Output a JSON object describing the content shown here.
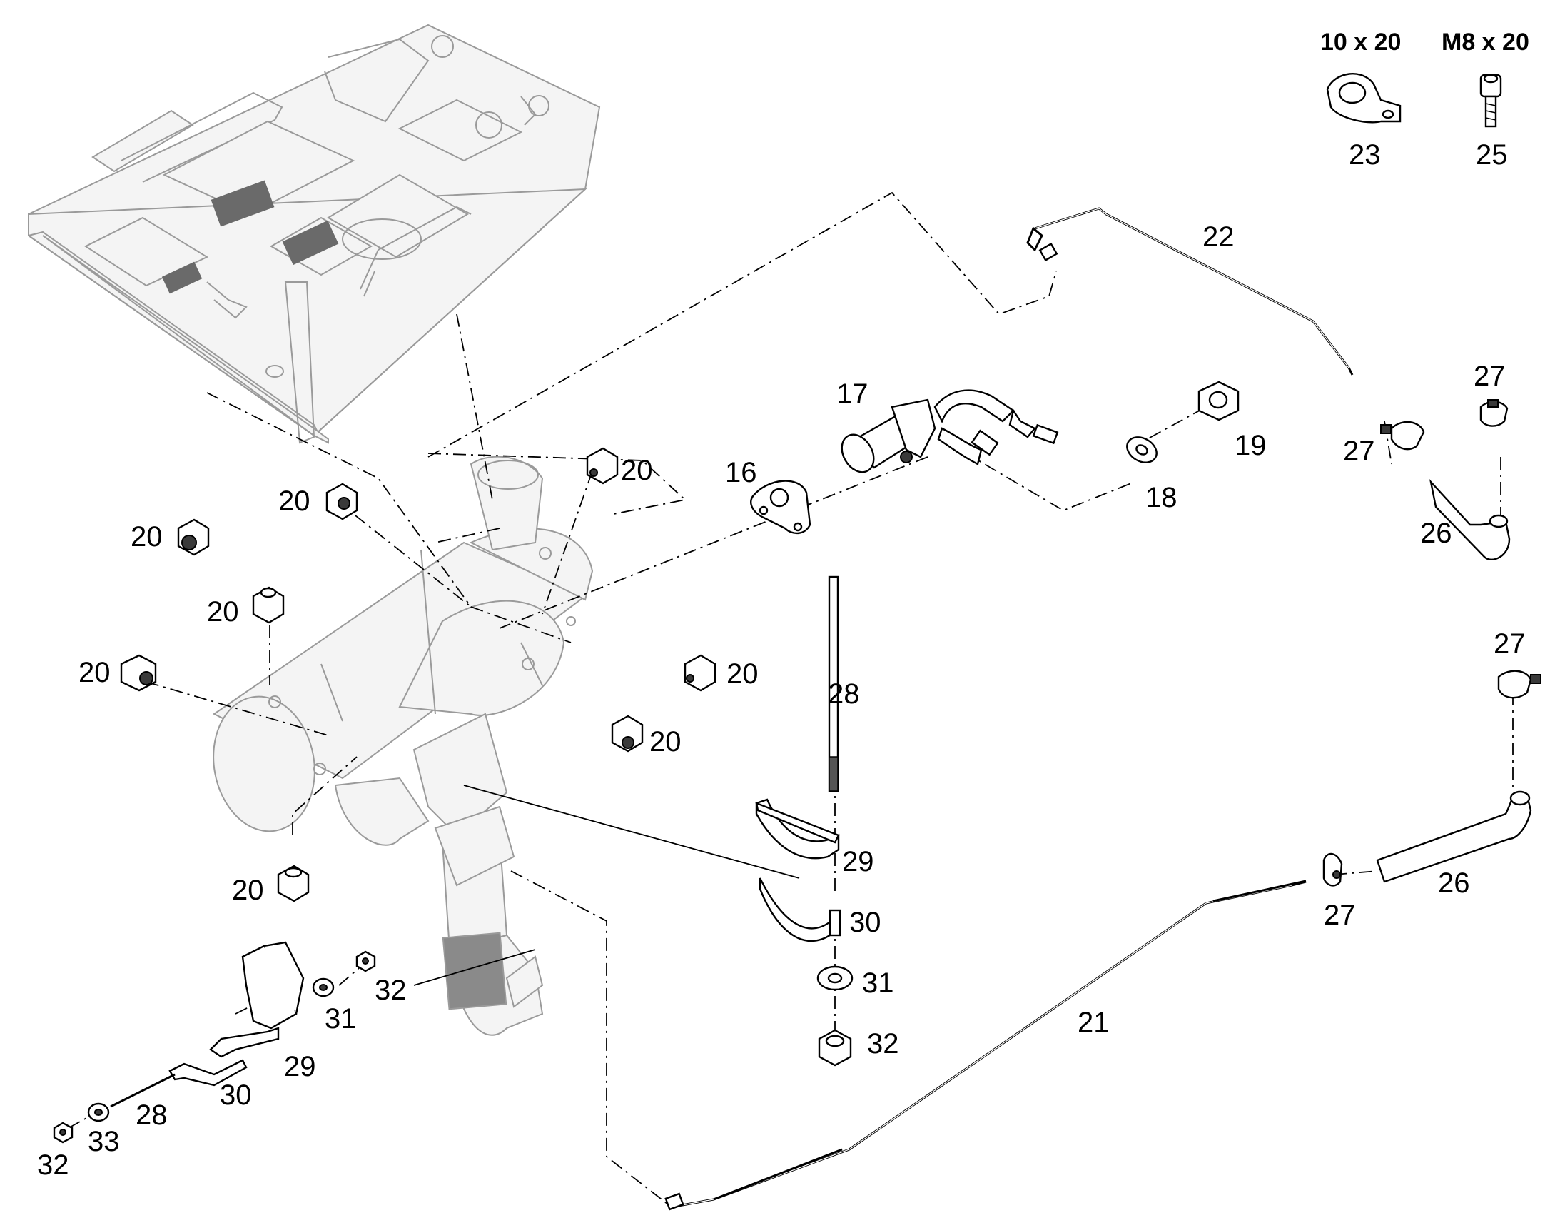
{
  "spec_labels": {
    "clip_size": "10 x 20",
    "screw_size": "M8 x 20"
  },
  "callouts": [
    {
      "id": "c16",
      "text": "16"
    },
    {
      "id": "c17",
      "text": "17"
    },
    {
      "id": "c18",
      "text": "18"
    },
    {
      "id": "c19",
      "text": "19"
    },
    {
      "id": "c20a",
      "text": "20"
    },
    {
      "id": "c20b",
      "text": "20"
    },
    {
      "id": "c20c",
      "text": "20"
    },
    {
      "id": "c20d",
      "text": "20"
    },
    {
      "id": "c20e",
      "text": "20"
    },
    {
      "id": "c20f",
      "text": "20"
    },
    {
      "id": "c20g",
      "text": "20"
    },
    {
      "id": "c20h",
      "text": "20"
    },
    {
      "id": "c21",
      "text": "21"
    },
    {
      "id": "c22",
      "text": "22"
    },
    {
      "id": "c23",
      "text": "23"
    },
    {
      "id": "c25",
      "text": "25"
    },
    {
      "id": "c26a",
      "text": "26"
    },
    {
      "id": "c26b",
      "text": "26"
    },
    {
      "id": "c27a",
      "text": "27"
    },
    {
      "id": "c27b",
      "text": "27"
    },
    {
      "id": "c27c",
      "text": "27"
    },
    {
      "id": "c27d",
      "text": "27"
    },
    {
      "id": "c28a",
      "text": "28"
    },
    {
      "id": "c28b",
      "text": "28"
    },
    {
      "id": "c29a",
      "text": "29"
    },
    {
      "id": "c29b",
      "text": "29"
    },
    {
      "id": "c30a",
      "text": "30"
    },
    {
      "id": "c30b",
      "text": "30"
    },
    {
      "id": "c31a",
      "text": "31"
    },
    {
      "id": "c31b",
      "text": "31"
    },
    {
      "id": "c32a",
      "text": "32"
    },
    {
      "id": "c32b",
      "text": "32"
    },
    {
      "id": "c32c",
      "text": "32"
    },
    {
      "id": "c33",
      "text": "33"
    }
  ]
}
